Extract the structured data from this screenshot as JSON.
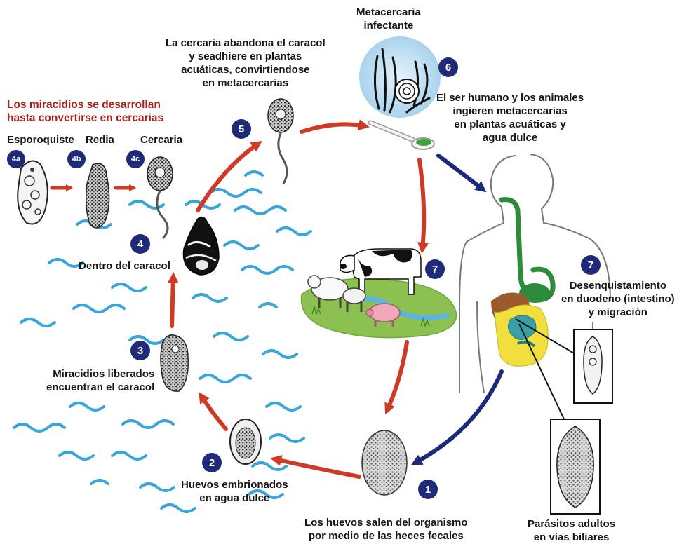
{
  "title_group": {
    "line1": "Los miracidios se desarrollan",
    "line2": "hasta convertirse en cercarias"
  },
  "stages": {
    "s4a": {
      "badge": "4a",
      "label": "Esporoquiste"
    },
    "s4b": {
      "badge": "4b",
      "label": "Redia"
    },
    "s4c": {
      "badge": "4c",
      "label": "Cercaria"
    },
    "s4": {
      "badge": "4",
      "label": "Dentro del caracol"
    },
    "s5": {
      "badge": "5",
      "lines": [
        "La cercaria abandona el caracol",
        "y seadhiere en plantas",
        "acuáticas, convirtiendose",
        "en metacercarias"
      ]
    },
    "s6": {
      "badge": "6",
      "title_lines": [
        "Metacercaria",
        "infectante"
      ],
      "lines": [
        "El ser humano y los animales",
        "ingieren metacercarias",
        "en plantas acuáticas y",
        "agua dulce"
      ]
    },
    "s7a": {
      "badge": "7"
    },
    "s7b": {
      "badge": "7",
      "lines": [
        "Desenquistamiento",
        "en duodeno (intestino)",
        "y  migración"
      ]
    },
    "s1": {
      "badge": "1",
      "lines": [
        "Los huevos salen del organismo",
        "por  medio de las heces fecales"
      ]
    },
    "s2": {
      "badge": "2",
      "lines": [
        "Huevos embrionados",
        "en agua dulce"
      ]
    },
    "s3": {
      "badge": "3",
      "lines": [
        "Miracidios liberados",
        "encuentran el caracol"
      ]
    },
    "adults": {
      "lines": [
        "Parásitos adultos",
        "en vías biliares"
      ]
    }
  },
  "colors": {
    "arrow_red": "#cf3a26",
    "arrow_blue": "#1c2a7c",
    "badge": "#1f2a78",
    "water": "#3aa5d8",
    "grass": "#8cc152",
    "intestine_green": "#2e8b3a",
    "liver_yellow": "#f0df3c"
  }
}
